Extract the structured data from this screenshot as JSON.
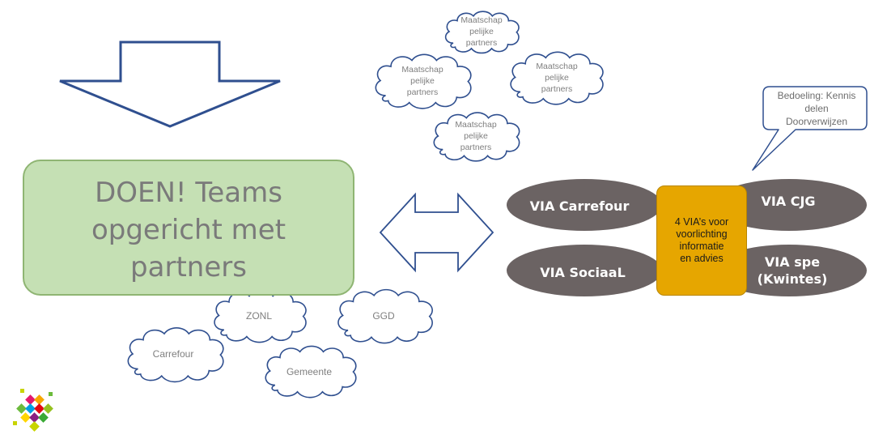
{
  "main_box": {
    "text": "DOEN! Teams opgericht met partners"
  },
  "partner_clouds_top": [
    {
      "text": "Maatschap\npelijke\npartners"
    },
    {
      "text": "Maatschap\npelijke\npartners"
    },
    {
      "text": "Maatschap\npelijke\npartners"
    },
    {
      "text": "Maatschap\npelijke\npartners"
    }
  ],
  "partner_clouds_bottom": [
    {
      "text": "ZONL"
    },
    {
      "text": "GGD"
    },
    {
      "text": "Carrefour"
    },
    {
      "text": "Gemeente"
    }
  ],
  "via": {
    "top_left": "VIA Carrefour",
    "top_right": "VIA CJG",
    "bottom_left": "VIA SociaaL",
    "bottom_right": "VIA spe\n(Kwintes)",
    "center": "4 VIA’s voor\nvoorlichting\ninformatie\nen advies"
  },
  "callout": {
    "text": "Bedoeling: Kennis\ndelen\nDoorverwijzen"
  },
  "colors": {
    "arrow_stroke": "#2f4f8f",
    "team_box_fill": "#c5e0b4",
    "oval_fill": "#6b6363",
    "center_fill": "#e6a600",
    "cloud_stroke": "#2f4f8f"
  },
  "icons": {
    "logo": "colorful-diamond-logo-icon"
  }
}
